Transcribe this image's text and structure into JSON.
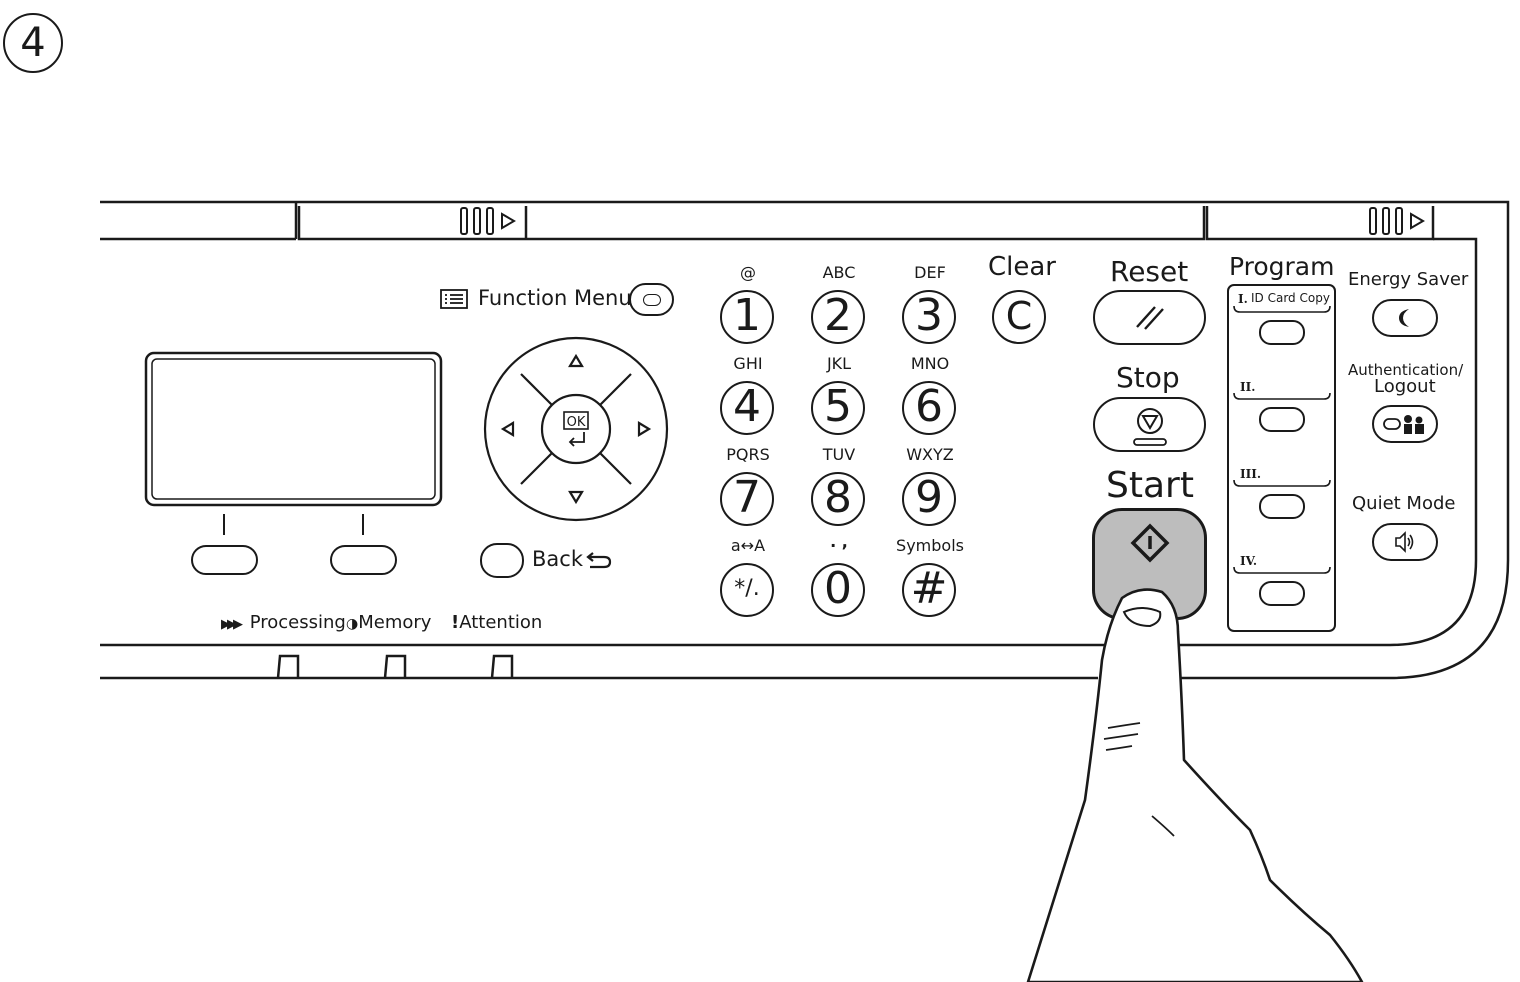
{
  "step_number": "4",
  "display_panel": {
    "function_menu_label": "Function Menu",
    "back_label": "Back",
    "ok_label": "OK",
    "indicators": [
      "Processing",
      "Memory",
      "Attention"
    ]
  },
  "keypad": [
    {
      "digit": "1",
      "letters": "@"
    },
    {
      "digit": "2",
      "letters": "ABC"
    },
    {
      "digit": "3",
      "letters": "DEF"
    },
    {
      "digit": "4",
      "letters": "GHI"
    },
    {
      "digit": "5",
      "letters": "JKL"
    },
    {
      "digit": "6",
      "letters": "MNO"
    },
    {
      "digit": "7",
      "letters": "PQRS"
    },
    {
      "digit": "8",
      "letters": "TUV"
    },
    {
      "digit": "9",
      "letters": "WXYZ"
    },
    {
      "digit": "*/.",
      "letters": "a↔A"
    },
    {
      "digit": "0",
      "letters": ". ,"
    },
    {
      "digit": "#",
      "letters": "Symbols"
    }
  ],
  "clear": {
    "label": "Clear",
    "glyph": "C"
  },
  "reset": {
    "label": "Reset"
  },
  "stop": {
    "label": "Stop"
  },
  "start": {
    "label": "Start",
    "fill_color": "#bdbdbd"
  },
  "program": {
    "label": "Program",
    "slots": [
      "I.",
      "II.",
      "III.",
      "IV."
    ],
    "slot1_caption": "ID Card Copy"
  },
  "right_buttons": {
    "energy_saver": "Energy Saver",
    "auth_line1": "Authentication/",
    "auth_line2": "Logout",
    "quiet_mode": "Quiet Mode"
  },
  "icons": [
    "list-icon",
    "back-arrow-icon",
    "reset-slash-icon",
    "stop-icon",
    "start-diamond-icon",
    "moon-icon",
    "user-key-icon",
    "speaker-icon",
    "finger-pointer-icon"
  ]
}
